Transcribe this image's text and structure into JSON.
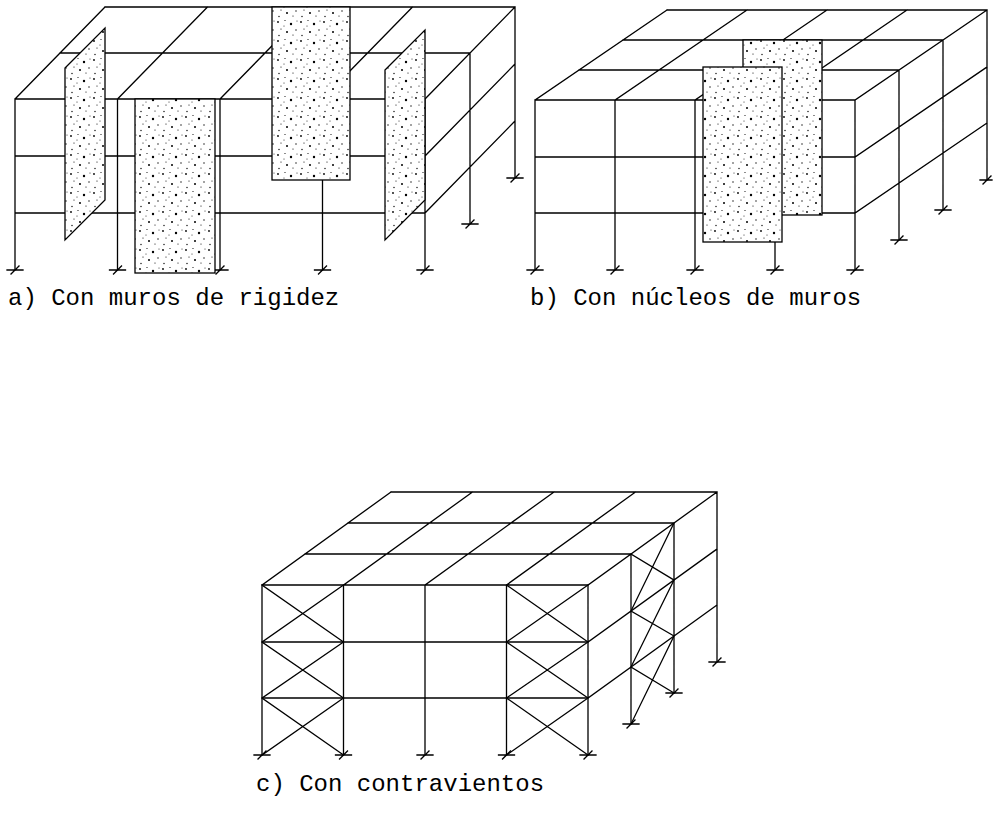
{
  "diagram": {
    "labels": [
      "a) Con muros de rigidez",
      "b) Con núcleos de muros",
      "c) Con contravientos"
    ]
  }
}
